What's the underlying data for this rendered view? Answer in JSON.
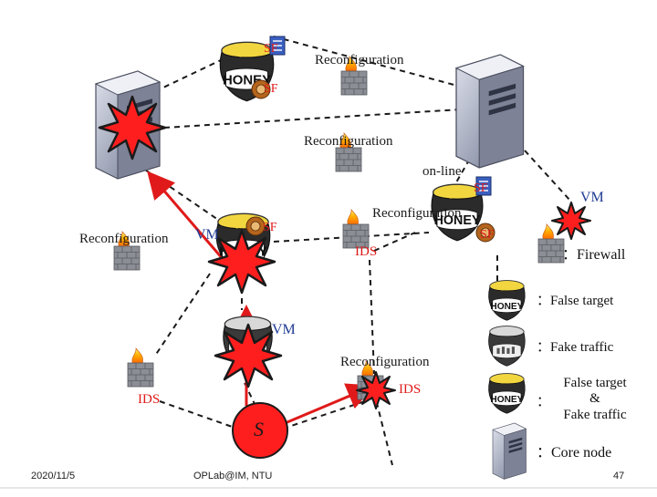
{
  "labels": {
    "reconfig_top": "Reconfiguration",
    "reconfig_mid": "Reconfiguration",
    "online": "on-line",
    "reconfig_right": "Reconfiguration",
    "reconfig_left": "Reconfiguration",
    "vm_left": "VM",
    "vm_right": "VM",
    "vm_center": "VM",
    "ids_mid": "IDS",
    "reconfig_bottom": "Reconfiguration",
    "ids_right": "IDS",
    "ids_left": "IDS",
    "sf_1": "SF",
    "sf_2": "SF",
    "sf_3": "SF",
    "sf_4": "SF",
    "s_node": "S"
  },
  "legend": {
    "firewall": "：Firewall",
    "false_target": "：False target",
    "fake_traffic": "：Fake traffic",
    "colon": "：",
    "both_line1": "False target",
    "both_line2": "&",
    "both_line3": "Fake traffic",
    "core_node": "：Core node"
  },
  "footer": {
    "date": "2020/11/5",
    "org": "OPLab@IM, NTU",
    "page": "47"
  },
  "colors": {
    "attack_red": "#ff1e1e",
    "arrow_red": "#e01a1a",
    "server_gray": "#8a8fa3",
    "brick": "#7c7f86",
    "honey_dark": "#2b2b2b",
    "honey_yellow": "#f2d640"
  }
}
